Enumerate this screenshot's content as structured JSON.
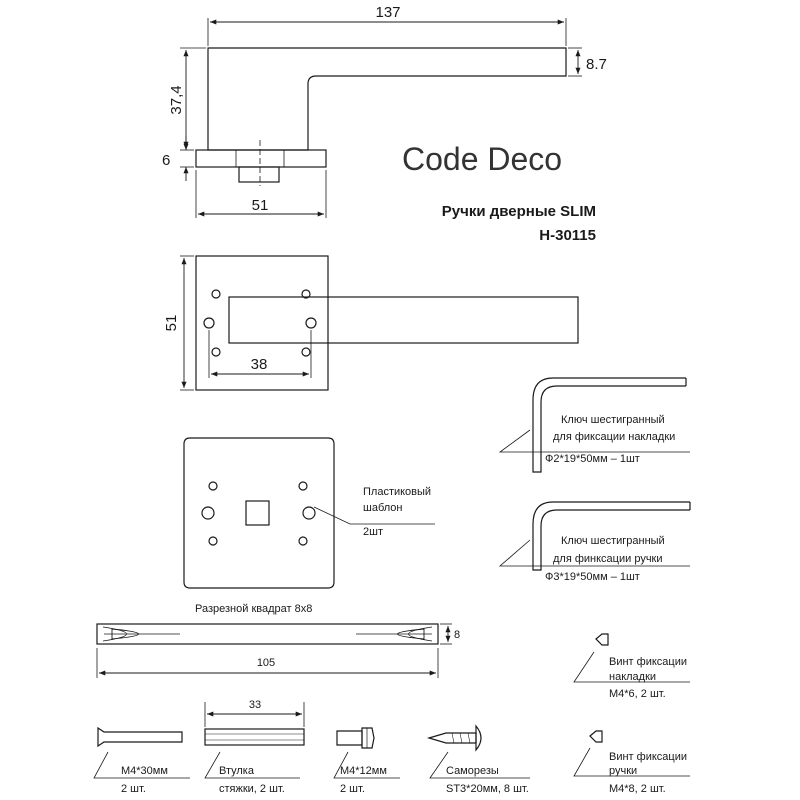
{
  "brand": "Code Deco",
  "product": {
    "line1": "Ручки дверные SLIM",
    "line2": "H-30115"
  },
  "dimensions": {
    "handle_length": "137",
    "handle_height": "37,4",
    "grip_thickness": "8.7",
    "rose_thickness": "6",
    "rose_width": "51",
    "plate_height": "51",
    "hole_spacing": "38",
    "square_length": "105",
    "square_size": "8",
    "sleeve_length": "33"
  },
  "parts": {
    "hex_key_rose": {
      "line1": "Ключ шестигранный",
      "line2": "для фиксации накладки",
      "line3": "Ф2*19*50мм – 1шт"
    },
    "hex_key_handle": {
      "line1": "Ключ шестигранный",
      "line2": "для финксации ручки",
      "line3": "Ф3*19*50мм – 1шт"
    },
    "template": {
      "line1": "Пластиковый",
      "line2": "шаблон",
      "line3": "2шт"
    },
    "split_square": {
      "title": "Разрезной квадрат 8х8"
    },
    "screw_rose": {
      "line1": "Винт фиксации",
      "line2": "накладки",
      "line3": "M4*6, 2 шт."
    },
    "screw_handle": {
      "line1": "Винт фиксации",
      "line2": "ручки",
      "line3": "M4*8, 2 шт."
    },
    "bolt_30": {
      "line1": "M4*30мм",
      "line2": "2 шт."
    },
    "sleeve": {
      "line1": "Втулка",
      "line2": "стяжки, 2 шт."
    },
    "bolt_12": {
      "line1": "M4*12мм",
      "line2": "2 шт."
    },
    "self_tapping": {
      "line1": "Саморезы",
      "line2": "ST3*20мм, 8 шт."
    }
  }
}
